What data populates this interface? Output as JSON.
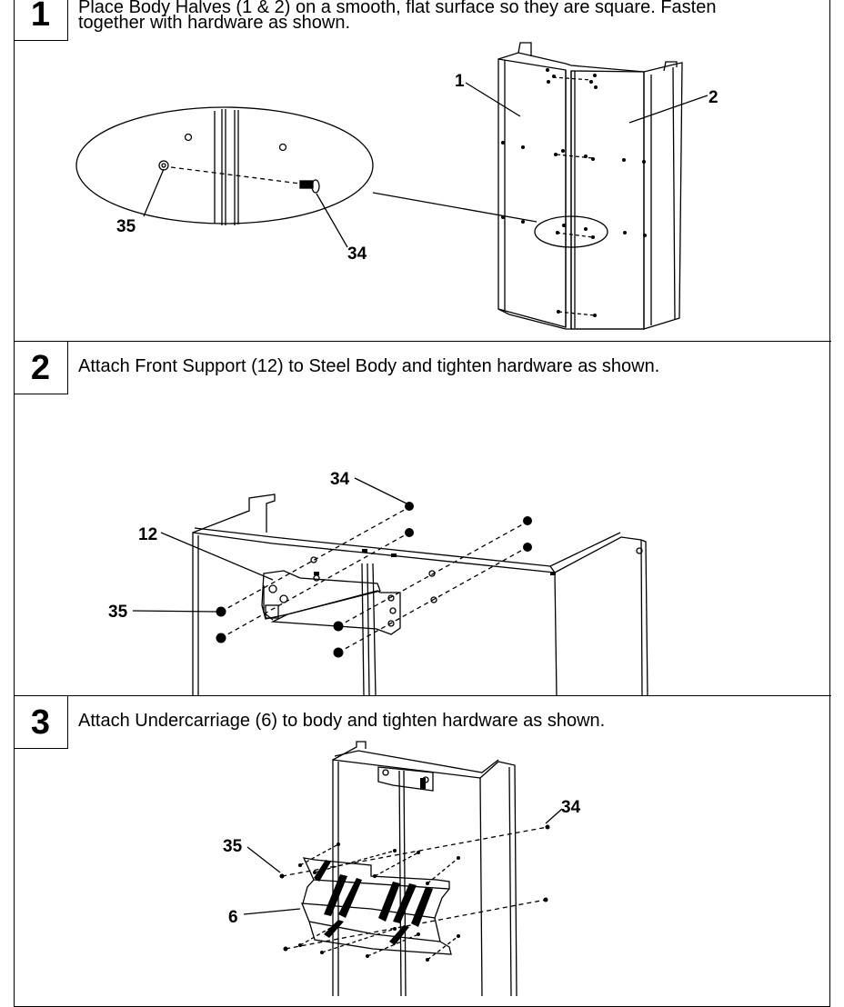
{
  "steps": [
    {
      "number": "1",
      "text_line1": "Place Body Halves (1 & 2) on a smooth, flat surface so they are square. Fasten",
      "text_line2": "together with hardware as shown.",
      "callouts": [
        "1",
        "2",
        "35",
        "34"
      ]
    },
    {
      "number": "2",
      "text": "Attach Front Support (12) to Steel Body and tighten hardware as shown.",
      "callouts": [
        "34",
        "12",
        "35"
      ]
    },
    {
      "number": "3",
      "text": "Attach Undercarriage (6) to body and tighten hardware as shown.",
      "callouts": [
        "34",
        "35",
        "6"
      ]
    }
  ]
}
